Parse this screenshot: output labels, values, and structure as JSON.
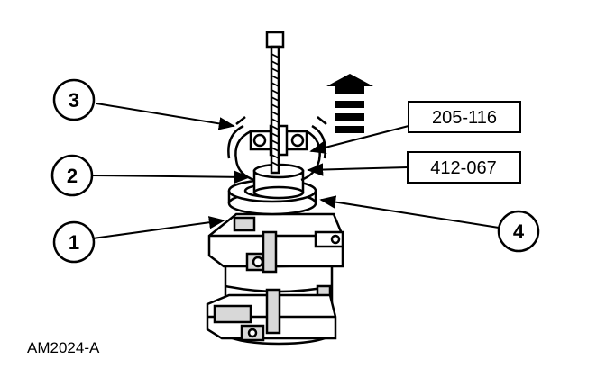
{
  "figure": {
    "id_label": "AM2024-A"
  },
  "callouts": [
    {
      "number": "1",
      "target": "component base flange"
    },
    {
      "number": "2",
      "target": "adapter"
    },
    {
      "number": "3",
      "target": "puller jaws"
    },
    {
      "number": "4",
      "target": "ring"
    }
  ],
  "part_labels": [
    {
      "text": "205-116"
    },
    {
      "text": "412-067"
    }
  ],
  "colors": {
    "ink": "#000000",
    "background": "#ffffff",
    "shade": "#d8d8d8"
  }
}
